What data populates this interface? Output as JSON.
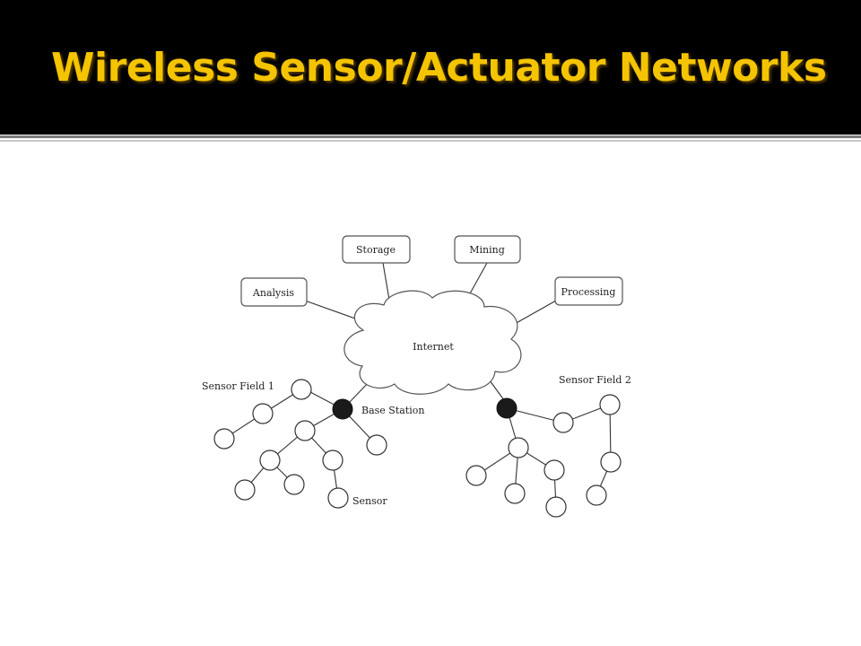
{
  "slide": {
    "title": "Wireless Sensor/Actuator Networks",
    "title_color": "#f5c400",
    "header_bg": "#000000"
  },
  "diagram": {
    "services": {
      "storage": "Storage",
      "mining": "Mining",
      "analysis": "Analysis",
      "processing": "Processing"
    },
    "cloud_label": "Internet",
    "field1_label": "Sensor Field  1",
    "field2_label": "Sensor Field  2",
    "base_station_label": "Base Station",
    "sensor_label": "Sensor"
  }
}
